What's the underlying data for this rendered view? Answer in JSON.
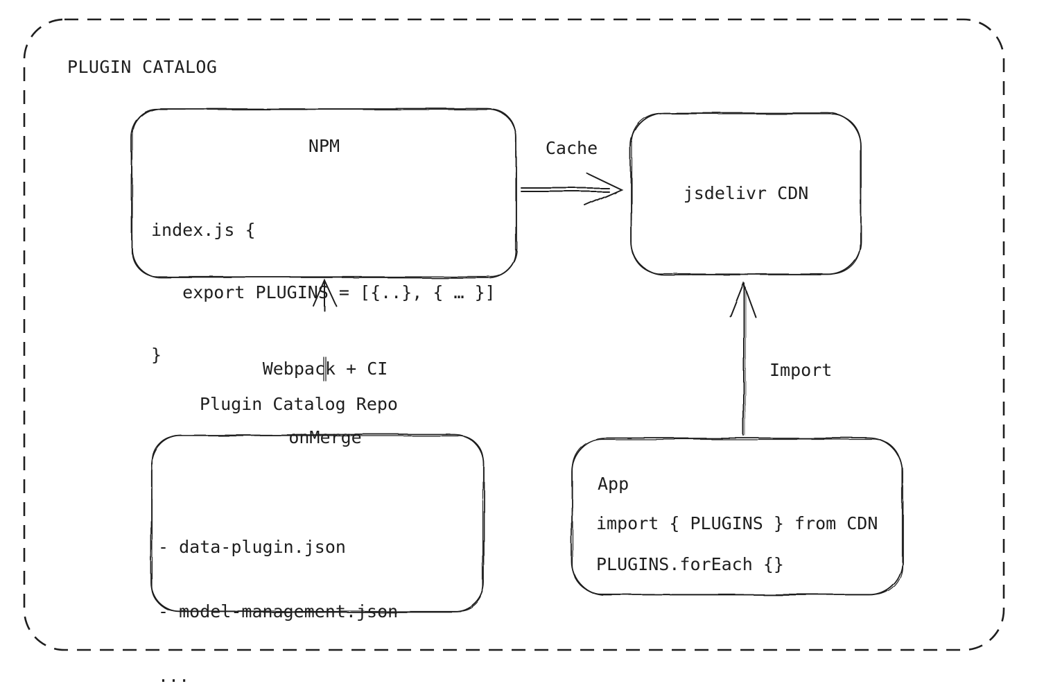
{
  "colors": {
    "stroke": "#1e1e1e",
    "background": "#ffffff",
    "muted_stroke": "#4a4a4a"
  },
  "frame": {
    "title": "PLUGIN CATALOG"
  },
  "nodes": {
    "npm": {
      "title": "NPM",
      "code": {
        "line1": "index.js {",
        "line2": "   export PLUGINS = [{..}, { … }]",
        "line3": "}"
      }
    },
    "cdn": {
      "label": "jsdelivr CDN"
    },
    "repo": {
      "title": "Plugin Catalog Repo",
      "files": {
        "line1": "- data-plugin.json",
        "line2": "- model-management.json",
        "line3": "..."
      }
    },
    "app": {
      "title": "App",
      "code": {
        "line1": "import { PLUGINS } from CDN",
        "line2": "PLUGINS.forEach {}"
      }
    }
  },
  "edges": {
    "cache": {
      "label": "Cache"
    },
    "build": {
      "label_line1": "Webpack + CI",
      "label_line2": "onMerge"
    },
    "import": {
      "label": "Import"
    }
  }
}
